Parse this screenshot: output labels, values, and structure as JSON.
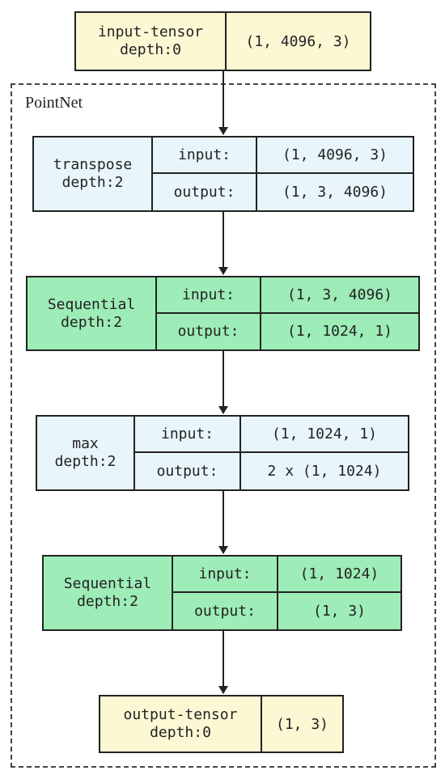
{
  "cluster": {
    "label": "PointNet"
  },
  "nodes": {
    "input_tensor": {
      "name": "input-tensor",
      "depth": "depth:0",
      "shape": "(1, 4096, 3)"
    },
    "transpose": {
      "name": "transpose",
      "depth": "depth:2",
      "input_label": "input:",
      "input": "(1, 4096, 3)",
      "output_label": "output:",
      "output": "(1, 3, 4096)"
    },
    "sequential1": {
      "name": "Sequential",
      "depth": "depth:2",
      "input_label": "input:",
      "input": "(1, 3, 4096)",
      "output_label": "output:",
      "output": "(1, 1024, 1)"
    },
    "max": {
      "name": "max",
      "depth": "depth:2",
      "input_label": "input:",
      "input": "(1, 1024, 1)",
      "output_label": "output:",
      "output": "2 x (1, 1024)"
    },
    "sequential2": {
      "name": "Sequential",
      "depth": "depth:2",
      "input_label": "input:",
      "input": "(1, 1024)",
      "output_label": "output:",
      "output": "(1, 3)"
    },
    "output_tensor": {
      "name": "output-tensor",
      "depth": "depth:0",
      "shape": "(1, 3)"
    }
  },
  "colors": {
    "tensor_fill": "#fcf8d4",
    "module_fill_blue": "#e8f5fb",
    "module_fill_green": "#9eecb7",
    "stroke": "#222222"
  }
}
